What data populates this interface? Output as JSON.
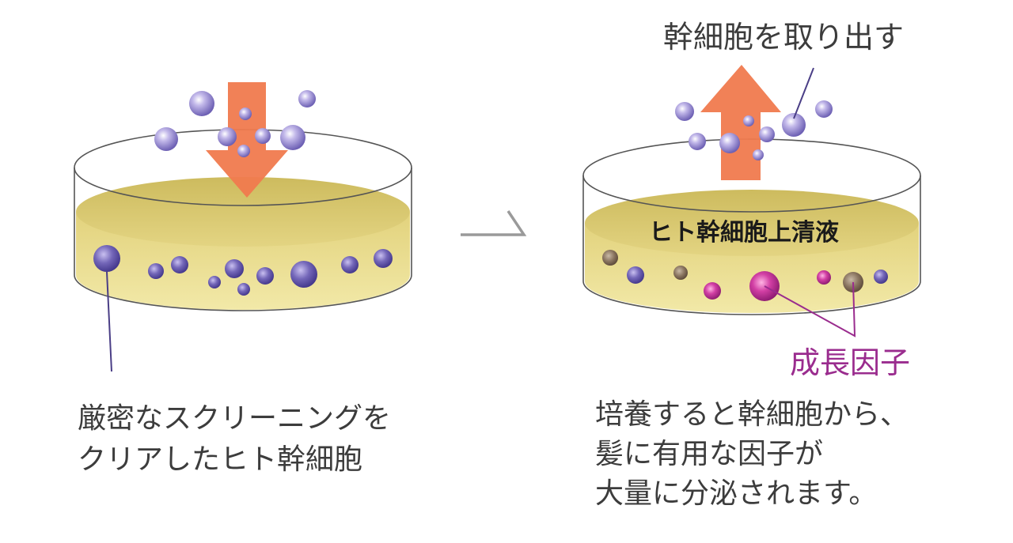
{
  "labels": {
    "top": "幹細胞を取り出す",
    "supernatant": "ヒト幹細胞上清液",
    "growth_factor": "成長因子"
  },
  "captions": {
    "left": [
      "厳密なスクリーニングを",
      "クリアしたヒト幹細胞"
    ],
    "right": [
      "培養すると幹細胞から、",
      "髪に有用な因子が",
      "大量に分泌されます。"
    ]
  },
  "colors": {
    "arrow": "#f07a4e",
    "cell": "#8a7ec8",
    "cell_dark": "#5a4e9a",
    "factor": "#b8308e",
    "brown_cell": "#7a6650",
    "medium": "#e7dc8e",
    "medium_dark": "#d6c46a",
    "dish_line": "#555555",
    "leader": "#4a3e86"
  }
}
